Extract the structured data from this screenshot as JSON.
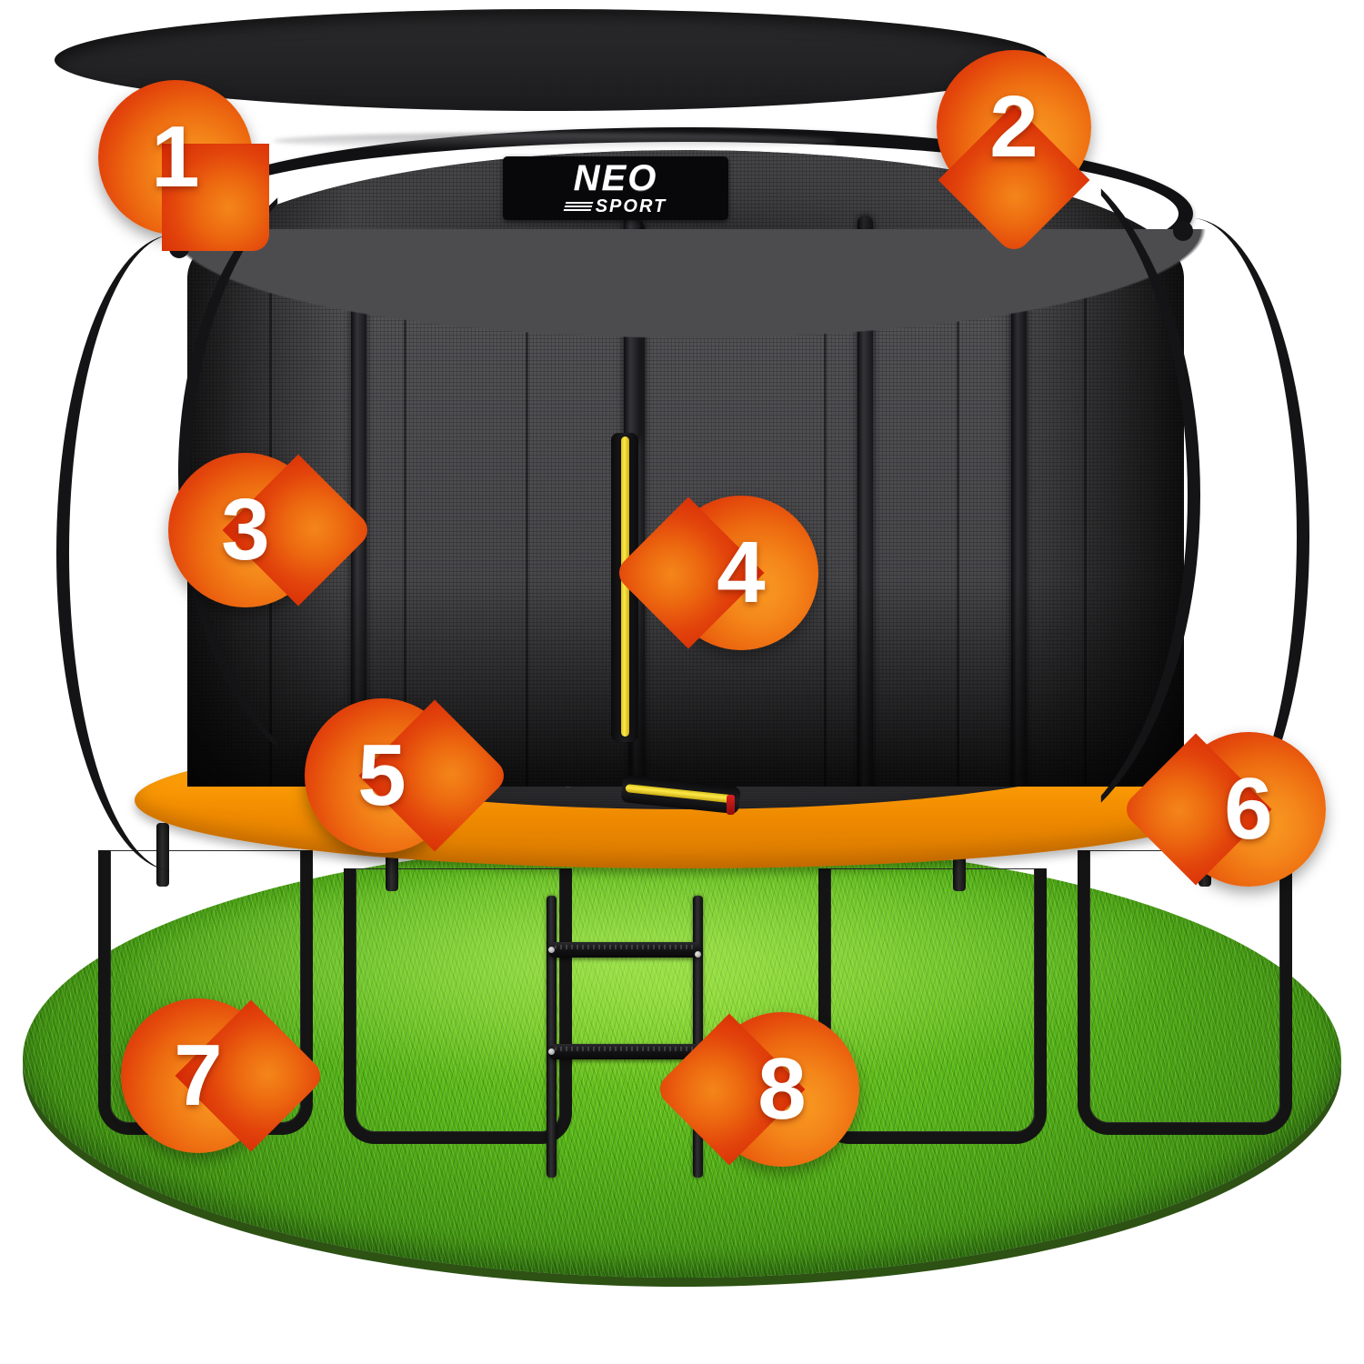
{
  "page": {
    "title": "NEO SPORT trampoline product feature callout diagram",
    "background_color": "#ffffff"
  },
  "product": {
    "brand_logo": {
      "name_top": "NEO",
      "name_bottom": "SPORT"
    },
    "colors": {
      "pad_orange": "#f79400",
      "net_grey": "#515154",
      "frame_black": "#141416",
      "grass_green": "#54b414",
      "marker_orange": "#f4861a",
      "marker_red": "#d42706",
      "zipper_yellow": "#ffe84a",
      "zipper_pull_red": "#e02020"
    }
  },
  "markers": [
    {
      "id": "1",
      "label": "1",
      "tail": "south-east"
    },
    {
      "id": "2",
      "label": "2",
      "tail": "south"
    },
    {
      "id": "3",
      "label": "3",
      "tail": "east"
    },
    {
      "id": "4",
      "label": "4",
      "tail": "west"
    },
    {
      "id": "5",
      "label": "5",
      "tail": "east"
    },
    {
      "id": "6",
      "label": "6",
      "tail": "west"
    },
    {
      "id": "7",
      "label": "7",
      "tail": "east"
    },
    {
      "id": "8",
      "label": "8",
      "tail": "west"
    }
  ]
}
